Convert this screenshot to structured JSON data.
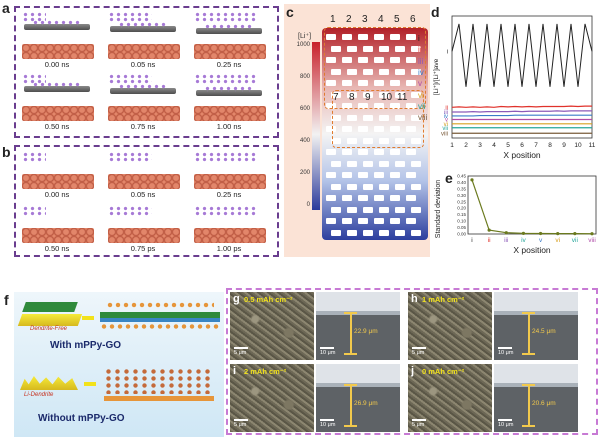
{
  "panels": {
    "a": {
      "label": "a",
      "times": [
        "0.00 ns",
        "0.05 ns",
        "0.25 ns",
        "0.50 ns",
        "0.75 ns",
        "1.00 ns"
      ]
    },
    "b": {
      "label": "b",
      "times": [
        "0.00 ns",
        "0.05 ns",
        "0.25 ns",
        "0.50 ns",
        "0.75 ps",
        "1.00 ps"
      ]
    },
    "c": {
      "label": "c",
      "colorbar_title": "[Li⁺]",
      "colorbar_ticks": [
        "1000",
        "800",
        "600",
        "400",
        "200",
        "0"
      ],
      "colorbar_colors": {
        "high": "#c8212b",
        "mid": "#f2f2f2",
        "low": "#2b3a9b"
      },
      "top_numbers": [
        "1",
        "2",
        "3",
        "4",
        "5",
        "6"
      ],
      "mid_numbers": [
        "7",
        "8",
        "9",
        "10",
        "11"
      ],
      "roman": [
        "i",
        "ii",
        "iii",
        "iv",
        "v",
        "vi",
        "vii",
        "viii"
      ]
    },
    "d": {
      "label": "d",
      "ylabel": "[Li⁺]/[Li⁺]ave",
      "xlabel": "X position",
      "x_ticks": [
        "1",
        "2",
        "3",
        "4",
        "5",
        "6",
        "7",
        "8",
        "9",
        "10",
        "11"
      ],
      "series_labels": [
        "i",
        "ii",
        "iii",
        "iv",
        "v",
        "vi",
        "vii",
        "viii"
      ]
    },
    "e": {
      "label": "e",
      "ylabel": "Standard deviation",
      "xlabel": "X position",
      "y_ticks": [
        "0.45",
        "0.40",
        "0.35",
        "0.30",
        "0.25",
        "0.20",
        "0.15",
        "0.10",
        "0.05",
        "0.00"
      ],
      "x_ticks": [
        "i",
        "ii",
        "iii",
        "iv",
        "v",
        "vi",
        "vii",
        "viii"
      ]
    },
    "f": {
      "label": "f",
      "dendrite_free": "Dendrite-Free",
      "with": "With mPPy-GO",
      "li_dendrite": "Li-Dendrite",
      "without": "Without mPPy-GO"
    },
    "sem": [
      {
        "label": "g",
        "caption": "0.5 mAh cm⁻²",
        "scale1": "5 μm",
        "scale2": "10 μm",
        "thickness": "22.9 μm"
      },
      {
        "label": "h",
        "caption": "1 mAh cm⁻²",
        "scale1": "5 μm",
        "scale2": "10 μm",
        "thickness": "24.5 μm"
      },
      {
        "label": "i",
        "caption": "2 mAh cm⁻²",
        "scale1": "5 μm",
        "scale2": "10 μm",
        "thickness": "26.9 μm"
      },
      {
        "label": "j",
        "caption": "0 mAh cm⁻²",
        "scale1": "5 μm",
        "scale2": "10 μm",
        "thickness": "20.6 μm"
      }
    ]
  },
  "chart_data": [
    {
      "type": "line",
      "panel": "d",
      "xlabel": "X position",
      "ylabel": "[Li⁺]/[Li⁺]ave",
      "x": [
        1,
        1.5,
        2,
        2.5,
        3,
        3.5,
        4,
        4.5,
        5,
        5.5,
        6,
        6.5,
        7,
        7.5,
        8,
        8.5,
        9,
        9.5,
        10,
        10.5,
        11
      ],
      "series": [
        {
          "name": "i",
          "color": "#222222",
          "values": [
            2.2,
            2.9,
            1.3,
            2.9,
            1.3,
            2.9,
            1.3,
            2.9,
            1.3,
            2.9,
            1.3,
            2.9,
            1.3,
            2.9,
            1.3,
            2.9,
            1.3,
            2.9,
            1.3,
            2.9,
            2.2
          ]
        },
        {
          "name": "ii",
          "color": "#e0322b",
          "values": [
            0.78,
            0.79,
            0.78,
            0.79,
            0.78,
            0.79,
            0.78,
            0.8,
            0.79,
            0.8,
            0.79,
            0.8,
            0.79,
            0.8,
            0.8,
            0.8,
            0.8,
            0.81,
            0.8,
            0.81,
            0.81
          ]
        },
        {
          "name": "iii",
          "color": "#8c5ab8",
          "values": [
            0.66,
            0.66,
            0.66,
            0.67,
            0.66,
            0.67,
            0.67,
            0.67,
            0.67,
            0.68,
            0.67,
            0.68,
            0.68,
            0.68,
            0.68,
            0.69,
            0.68,
            0.69,
            0.69,
            0.69,
            0.69
          ]
        },
        {
          "name": "iv",
          "color": "#3a7bc8",
          "values": [
            0.56,
            0.56,
            0.56,
            0.56,
            0.57,
            0.57,
            0.57,
            0.57,
            0.57,
            0.58,
            0.58,
            0.58,
            0.58,
            0.58,
            0.58,
            0.58,
            0.58,
            0.58,
            0.58,
            0.58,
            0.58
          ]
        },
        {
          "name": "v",
          "color": "#b04da8",
          "values": [
            0.47,
            0.47,
            0.47,
            0.47,
            0.47,
            0.47,
            0.47,
            0.47,
            0.47,
            0.47,
            0.47,
            0.47,
            0.47,
            0.47,
            0.47,
            0.47,
            0.47,
            0.47,
            0.47,
            0.47,
            0.47
          ]
        },
        {
          "name": "vi",
          "color": "#d7a020",
          "values": [
            0.36,
            0.36,
            0.36,
            0.36,
            0.36,
            0.36,
            0.36,
            0.36,
            0.36,
            0.36,
            0.36,
            0.36,
            0.36,
            0.36,
            0.36,
            0.36,
            0.36,
            0.36,
            0.36,
            0.36,
            0.36
          ]
        },
        {
          "name": "vii",
          "color": "#26a69a",
          "values": [
            0.26,
            0.26,
            0.26,
            0.26,
            0.26,
            0.26,
            0.26,
            0.26,
            0.26,
            0.26,
            0.26,
            0.26,
            0.26,
            0.26,
            0.26,
            0.26,
            0.26,
            0.26,
            0.26,
            0.26,
            0.26
          ]
        },
        {
          "name": "viii",
          "color": "#7a5b3a",
          "values": [
            0.12,
            0.12,
            0.12,
            0.12,
            0.12,
            0.12,
            0.12,
            0.12,
            0.12,
            0.12,
            0.12,
            0.12,
            0.12,
            0.12,
            0.12,
            0.12,
            0.12,
            0.12,
            0.12,
            0.12,
            0.12
          ]
        }
      ]
    },
    {
      "type": "line",
      "panel": "e",
      "xlabel": "X position",
      "ylabel": "Standard deviation",
      "categories": [
        "i",
        "ii",
        "iii",
        "iv",
        "v",
        "vi",
        "vii",
        "viii"
      ],
      "ylim": [
        0,
        0.45
      ],
      "series": [
        {
          "color": "#6b7a1e",
          "values": [
            0.42,
            0.03,
            0.01,
            0.005,
            0.004,
            0.003,
            0.003,
            0.002
          ]
        }
      ]
    }
  ]
}
